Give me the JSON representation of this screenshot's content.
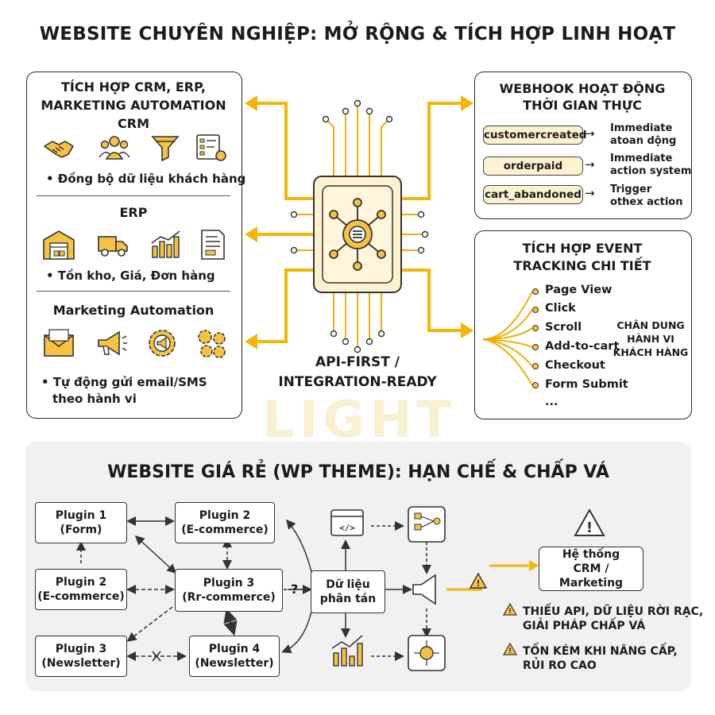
{
  "title": "WEBSITE CHUYÊN NGHIỆP: MỞ RỘNG & TÍCH HỢP LINH HOẠT",
  "left_panel": {
    "header_line1": "TÍCH HỢP CRM, ERP,",
    "header_line2": "MARKETING AUTOMATION",
    "crm": {
      "title": "CRM",
      "bullet": "• Đồng bộ dữ liệu khách hàng",
      "icons": [
        "handshake-icon",
        "users-icon",
        "funnel-icon",
        "form-settings-icon"
      ]
    },
    "erp": {
      "title": "ERP",
      "bullet": "• Tồn kho, Giá, Đơn hàng",
      "icons": [
        "warehouse-icon",
        "truck-icon",
        "bar-chart-icon",
        "invoice-icon"
      ]
    },
    "ma": {
      "title": "Marketing Automation",
      "bullet_line1": "• Tự động gửi email/SMS",
      "bullet_line2": "theo hành vi",
      "icons": [
        "email-icon",
        "megaphone-icon",
        "gear-megaphone-icon",
        "gears-icon"
      ]
    }
  },
  "center": {
    "label_line1": "API-FIRST /",
    "label_line2": "INTEGRATION-READY",
    "icon": "chip-hub-icon"
  },
  "webhook_panel": {
    "header_line1": "WEBHOOK HOẠT ĐỘNG",
    "header_line2": "THỜI GIAN THỰC",
    "rows": [
      {
        "event": "customercreated",
        "line1": "Immediate",
        "line2": "atoan dộng"
      },
      {
        "event": "orderpaid",
        "line1": "Immediate",
        "line2": "action system"
      },
      {
        "event": "cart_abandoned",
        "line1": "Trigger",
        "line2": "othex action"
      }
    ]
  },
  "event_panel": {
    "header_line1": "TÍCH HỢP EVENT",
    "header_line2": "TRACKING CHI TIẾT",
    "events": [
      "Page View",
      "Click",
      "Scroll",
      "Add-to-cart",
      "Checkout",
      "Form Submit",
      "..."
    ],
    "side_line1": "CHÂN DUNG",
    "side_line2": "HÀNH VI",
    "side_line3": "KHÁCH HÀNG"
  },
  "watermark": "LIGHT",
  "bottom": {
    "title": "WEBSITE GIÁ RẺ (WP THEME): HẠN CHẾ & CHẤP VÁ",
    "plugins": [
      {
        "line1": "Plugin 1",
        "line2": "(Form)"
      },
      {
        "line1": "Plugin 2",
        "line2": "(E-commerce)"
      },
      {
        "line1": "Plugin 2",
        "line2": "(E-commerce)"
      },
      {
        "line1": "Plugin 3",
        "line2": "(Rr-commerce)"
      },
      {
        "line1": "Plugin 3",
        "line2": "(Newsletter)"
      },
      {
        "line1": "Plugin 4",
        "line2": "(Newsletter)"
      }
    ],
    "data_hub_line1": "Dữ liệu",
    "data_hub_line2": "phân tán",
    "question_mark": "?",
    "crm_box_line1": "Hệ thống",
    "crm_box_line2": "CRM / Marketing",
    "warning1_line1": "THIẾU API, DỮ LIỆU RỜI RẠC,",
    "warning1_line2": "GIẢI PHÁP CHẤP VÁ",
    "warning2_line1": "TỐN KÉM KHI NÂNG CẤP,",
    "warning2_line2": "RỦI RO CAO"
  },
  "colors": {
    "accent": "#f2b705",
    "accent_light": "#fdf1cf",
    "dark": "#2a2a2a",
    "bottom_bg": "#f1f1f1"
  }
}
